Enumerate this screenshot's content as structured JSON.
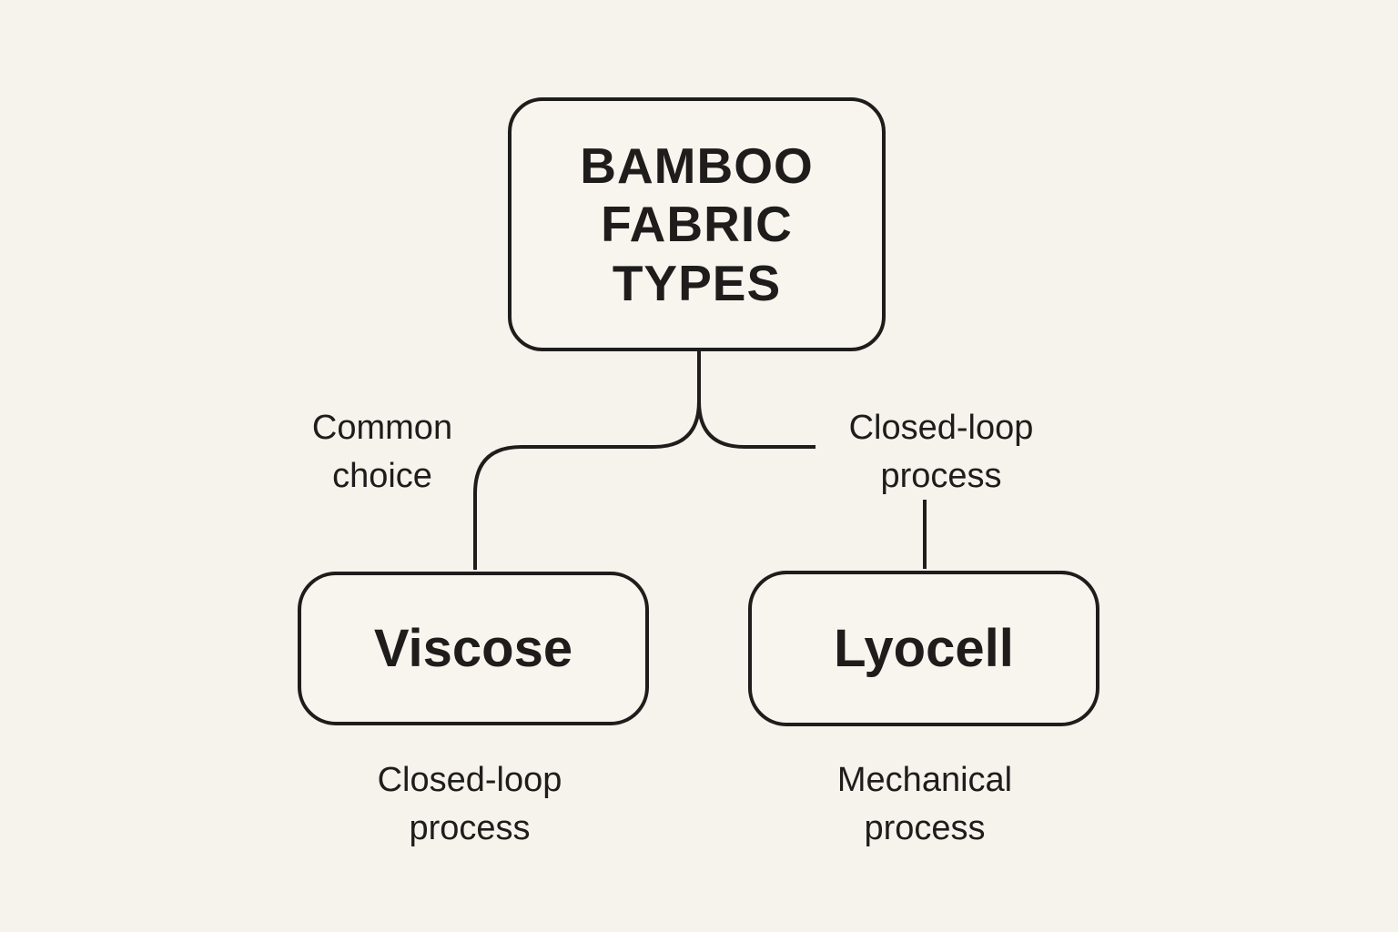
{
  "colors": {
    "background": "#f6f2ec",
    "node_fill": "#f8f5ef",
    "line": "#1e1d1b",
    "text": "#1e1d1b"
  },
  "diagram": {
    "root_label": "BAMBOO FABRIC TYPES",
    "branches": [
      {
        "edge_label": "Common choice",
        "node_label": "Viscose",
        "caption": "Closed-loop process"
      },
      {
        "edge_label": "Closed-loop process",
        "node_label": "Lyocell",
        "caption": "Mechanical process"
      }
    ]
  }
}
